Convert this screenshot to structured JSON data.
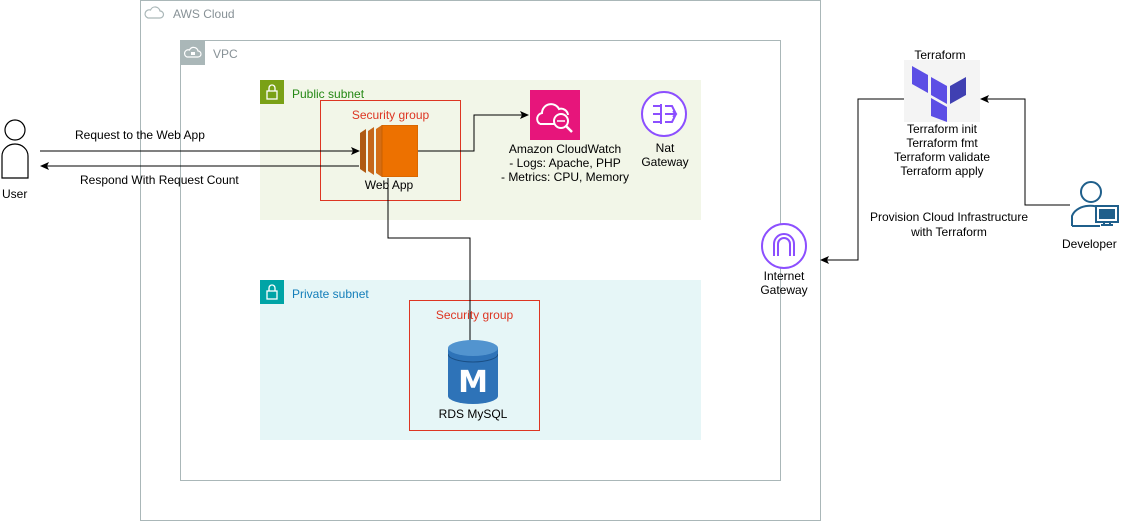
{
  "aws_cloud": {
    "label": "AWS Cloud"
  },
  "vpc": {
    "label": "VPC"
  },
  "public_subnet": {
    "label": "Public subnet"
  },
  "private_subnet": {
    "label": "Private subnet"
  },
  "sg_public": {
    "label": "Security group"
  },
  "sg_private": {
    "label": "Security group"
  },
  "web_app": {
    "label": "Web App"
  },
  "cloudwatch": {
    "lines": [
      "Amazon CloudWatch",
      "- Logs: Apache, PHP",
      "- Metrics: CPU, Memory"
    ]
  },
  "nat": {
    "lines": [
      "Nat",
      "Gateway"
    ]
  },
  "rds": {
    "label": "RDS MySQL",
    "glyph": "M"
  },
  "igw": {
    "lines": [
      "Internet",
      "Gateway"
    ]
  },
  "user": {
    "label": "User"
  },
  "developer": {
    "label": "Developer"
  },
  "terraform": {
    "title": "Terraform",
    "commands": [
      "Terraform init",
      "Terraform fmt",
      "Terraform validate",
      "Terraform apply"
    ]
  },
  "edges": {
    "request": "Request to the Web App",
    "respond": "Respond With Request Count",
    "provision": [
      "Provision Cloud Infrastructure",
      "with Terraform"
    ]
  },
  "colors": {
    "group_border": "#aab7b8",
    "group_text": "#879196",
    "public_green": "#7aa116",
    "public_fill": "#f2f6e8",
    "private_teal": "#00a4a6",
    "private_fill": "#e6f6f7",
    "sg_red": "#dd3522",
    "ec2_orange": "#ed7100",
    "cloudwatch_pink": "#e7157b",
    "vpc_purple": "#8c4fff",
    "rds_blue": "#2e73b8",
    "terraform_purple": "#5c4ee5",
    "person_blue": "#1f5f8b"
  }
}
